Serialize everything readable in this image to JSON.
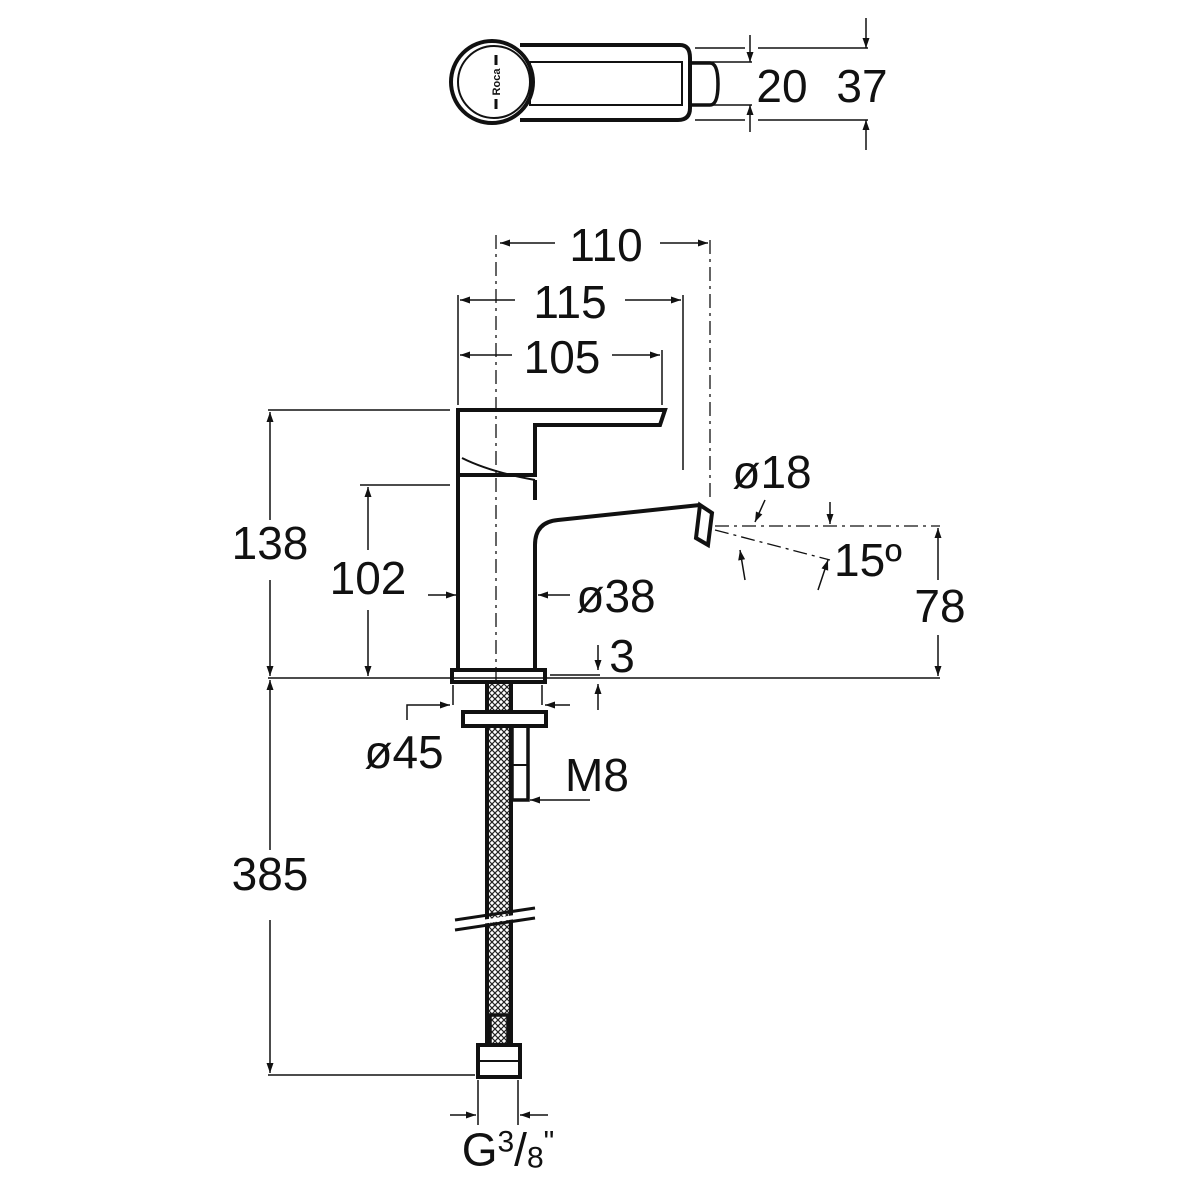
{
  "logo": "Roca",
  "top_view": {
    "dim_inner": "20",
    "dim_outer": "37"
  },
  "front_view": {
    "width_110": "110",
    "width_115": "115",
    "width_105": "105",
    "height_138": "138",
    "height_102": "102",
    "spout_diameter": "ø18",
    "body_diameter": "ø38",
    "spout_angle": "15º",
    "spout_height": "78",
    "base_thickness": "3",
    "base_diameter": "ø45",
    "stud_thread": "M8",
    "hose_length": "385",
    "connection_prefix": "G",
    "connection_num": "3",
    "connection_sep": "/",
    "connection_den": "8",
    "connection_suffix": "\""
  },
  "colors": {
    "line": "#111111",
    "background": "#ffffff"
  }
}
